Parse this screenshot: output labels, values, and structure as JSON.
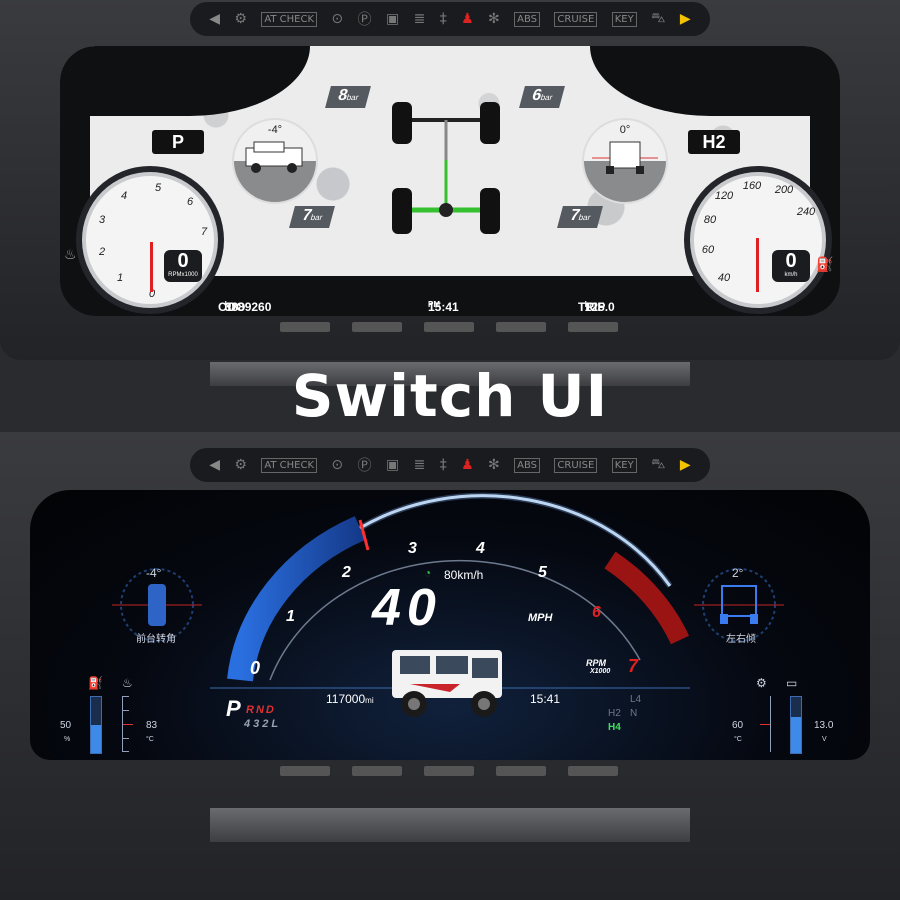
{
  "warning_icons": [
    "left-arrow",
    "engine",
    "check",
    "tpms",
    "brake",
    "seatbelt-panel",
    "headlight",
    "foglight",
    "seatbelt",
    "airbag",
    "abs",
    "cruise",
    "key",
    "car-slip",
    "right-arrow"
  ],
  "warning_text": {
    "check": "AT CHECK",
    "abs": "ABS",
    "cruise": "CRUISE",
    "key": "KEY"
  },
  "top_cluster": {
    "gear": "P",
    "drive_mode": "H2",
    "tire_pressures": [
      {
        "value": "8",
        "unit": "bar"
      },
      {
        "value": "6",
        "unit": "bar"
      },
      {
        "value": "7",
        "unit": "bar"
      },
      {
        "value": "7",
        "unit": "bar"
      }
    ],
    "pitch_angle": "-4°",
    "roll_angle": "0°",
    "tach": {
      "ticks": [
        "0",
        "1",
        "2",
        "3",
        "4",
        "5",
        "6",
        "7"
      ],
      "value": "0",
      "unit": "RPMx1000"
    },
    "speedo": {
      "ticks": [
        "40",
        "60",
        "80",
        "120",
        "160",
        "200",
        "240"
      ],
      "value": "0",
      "unit": "km/h"
    },
    "odo_label": "ODO",
    "odo_value": "3889260",
    "odo_unit": "km",
    "clock": "15:41",
    "clock_suffix": "PM",
    "trip_label": "TRIP A",
    "trip_value": "125.0",
    "trip_unit": "km"
  },
  "title": "Switch UI",
  "bottom_cluster": {
    "rpm_ticks": [
      "0",
      "1",
      "2",
      "3",
      "4",
      "5",
      "6",
      "7"
    ],
    "speed": "40",
    "speed_unit": "MPH",
    "rpm_label": "RPM",
    "rpm_mult": "X1000",
    "cruise_speed": "80km/h",
    "odometer": "117000",
    "odometer_unit": "mi",
    "clock": "15:41",
    "left_angle": "-4°",
    "left_angle_label": "前台转角",
    "right_angle": "2°",
    "right_angle_label": "左右倾",
    "gear_main": "P",
    "gear_rest": "RND",
    "gear_low": "432L",
    "drive_modes": [
      "L4",
      "N",
      "H2",
      "H4"
    ],
    "active_drive": "H4",
    "fuel": "50",
    "fuel_unit": "%",
    "fuel_level": 0.5,
    "coolant": "83",
    "coolant_unit": "°C",
    "oil_temp": "60",
    "oil_unit": "°C",
    "voltage": "13.0",
    "voltage_unit": "V",
    "voltage_level": 0.65
  }
}
